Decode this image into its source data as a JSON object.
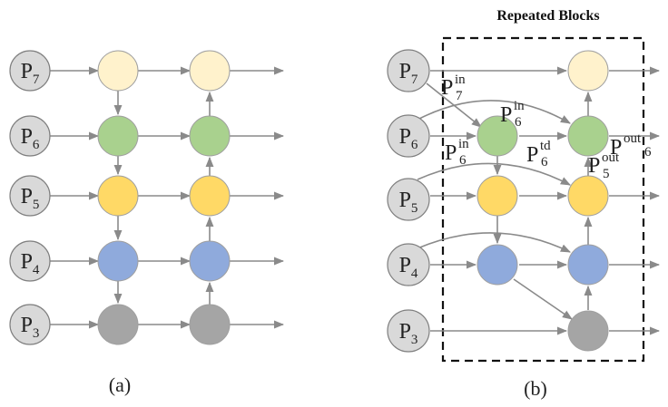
{
  "colors": {
    "input": "#d9d9d9",
    "p7": "#fff2cc",
    "p6": "#a9d18e",
    "p5": "#ffd966",
    "p4": "#8faadc",
    "p3": "#a5a5a5",
    "edge": "#8a8a8a",
    "outline": "#7f7f7f"
  },
  "panel_a": {
    "caption": "(a)",
    "levels": [
      {
        "base": "P",
        "sub": "7"
      },
      {
        "base": "P",
        "sub": "6"
      },
      {
        "base": "P",
        "sub": "5"
      },
      {
        "base": "P",
        "sub": "4"
      },
      {
        "base": "P",
        "sub": "3"
      }
    ]
  },
  "panel_b": {
    "caption": "(b)",
    "title": "Repeated Blocks",
    "levels": [
      {
        "base": "P",
        "sub": "7"
      },
      {
        "base": "P",
        "sub": "6"
      },
      {
        "base": "P",
        "sub": "5"
      },
      {
        "base": "P",
        "sub": "4"
      },
      {
        "base": "P",
        "sub": "3"
      }
    ],
    "annotations": [
      {
        "base": "P",
        "sup": "in",
        "sub": "7"
      },
      {
        "base": "P",
        "sup": "in",
        "sub": "6"
      },
      {
        "base": "P",
        "sup": "in",
        "sub": "6"
      },
      {
        "base": "P",
        "sup": "td",
        "sub": "6"
      },
      {
        "base": "P",
        "sup": "out",
        "sub": "6"
      },
      {
        "base": "P",
        "sup": "out",
        "sub": "5"
      }
    ]
  }
}
